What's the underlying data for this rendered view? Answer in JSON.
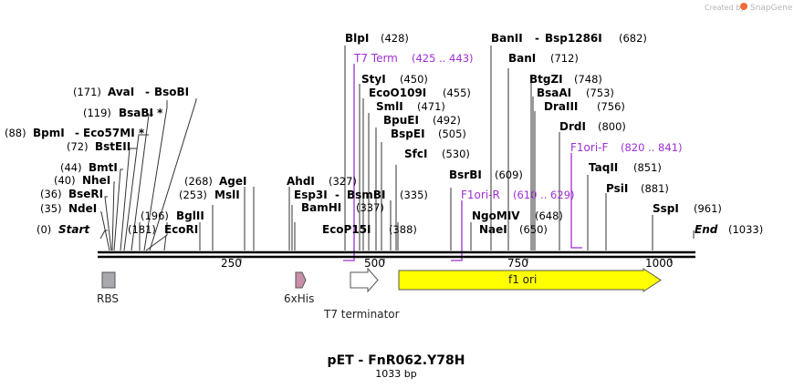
{
  "watermark": {
    "created_by": "Created by",
    "brand": "SnapGene"
  },
  "plasmid": {
    "name": "pET - FnR062.Y78H",
    "length_label": "1033 bp",
    "length": 1033
  },
  "start_label": {
    "pos": "(0)",
    "name": "Start"
  },
  "end_label": {
    "name": "End",
    "pos": "(1033)"
  },
  "scale_ticks": [
    "250",
    "500",
    "750",
    "1000"
  ],
  "enzymes": {
    "ndeI": {
      "pos": "(35)",
      "name": "NdeI"
    },
    "bseRI": {
      "pos": "(36)",
      "name": "BseRI"
    },
    "nheI": {
      "pos": "(40)",
      "name": "NheI"
    },
    "bmtI": {
      "pos": "(44)",
      "name": "BmtI"
    },
    "bstEII": {
      "pos": "(72)",
      "name": "BstEII"
    },
    "bpmI": {
      "pos": "(88)",
      "name": "BpmI",
      "sep": "-",
      "name2": "Eco57MI *"
    },
    "bsaBI": {
      "pos": "(119)",
      "name": "BsaBI *"
    },
    "avaI": {
      "pos": "(171)",
      "name": "AvaI",
      "sep": "-",
      "name2": "BsoBI"
    },
    "ecoRI": {
      "pos": "(181)",
      "name": "EcoRI"
    },
    "bglII": {
      "pos": "(196)",
      "name": "BglII"
    },
    "mslI": {
      "pos": "(253)",
      "name": "MslI"
    },
    "ageI": {
      "pos": "(268)",
      "name": "AgeI"
    },
    "ahdI": {
      "name": "AhdI",
      "pos": "(327)"
    },
    "bamHI": {
      "name": "BamHI",
      "pos": "(337)"
    },
    "esp3I": {
      "name": "Esp3I",
      "sep": "-",
      "name2": "BsmBI",
      "pos": "(335)"
    },
    "ecoP15I": {
      "name": "EcoP15I",
      "pos": "(388)"
    },
    "blpI": {
      "name": "BlpI",
      "pos": "(428)"
    },
    "styI": {
      "name": "StyI",
      "pos": "(450)"
    },
    "ecoO109I": {
      "name": "EcoO109I",
      "pos": "(455)"
    },
    "smlI": {
      "name": "SmlI",
      "pos": "(471)"
    },
    "bpuEI": {
      "name": "BpuEI",
      "pos": "(492)"
    },
    "bspEI": {
      "name": "BspEI",
      "pos": "(505)"
    },
    "sfcI": {
      "name": "SfcI",
      "pos": "(530)"
    },
    "bsrBI": {
      "name": "BsrBI",
      "pos": "(609)"
    },
    "ngoMIV": {
      "name": "NgoMIV",
      "pos": "(648)"
    },
    "naeI": {
      "name": "NaeI",
      "pos": "(650)"
    },
    "banII": {
      "name": "BanII",
      "sep": "-",
      "name2": "Bsp1286I",
      "pos": "(682)"
    },
    "banI": {
      "name": "BanI",
      "pos": "(712)"
    },
    "btgZI": {
      "name": "BtgZI",
      "pos": "(748)"
    },
    "bsaAI": {
      "name": "BsaAI",
      "pos": "(753)"
    },
    "draIII": {
      "name": "DraIII",
      "pos": "(756)"
    },
    "drdI": {
      "name": "DrdI",
      "pos": "(800)"
    },
    "taqII": {
      "name": "TaqII",
      "pos": "(851)"
    },
    "psiI": {
      "name": "PsiI",
      "pos": "(881)"
    },
    "sspI": {
      "name": "SspI",
      "pos": "(961)"
    }
  },
  "primers": {
    "t7term": {
      "name": "T7 Term",
      "range": "(425 .. 443)"
    },
    "f1oriR": {
      "name": "F1ori-R",
      "range": "(610 .. 629)"
    },
    "f1oriF": {
      "name": "F1ori-F",
      "range": "(820 .. 841)"
    }
  },
  "features": {
    "rbs": {
      "label": "RBS",
      "color": "#a7a9ac"
    },
    "his": {
      "label": "6xHis",
      "color": "#c98fa8"
    },
    "t7terminator": {
      "label": "T7 terminator",
      "color": "#ffffff"
    },
    "f1ori": {
      "label": "f1 ori",
      "color": "#ffff00"
    }
  },
  "colors": {
    "primer": "#9d2fd3",
    "brand": "#f26b3a"
  }
}
